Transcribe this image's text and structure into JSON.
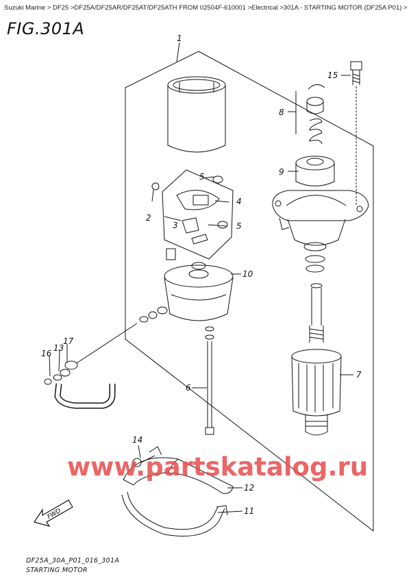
{
  "breadcrumb": "Suzuki Marine > DF25 >DF25A/DF25AR/DF25AT/DF25ATH FROM 02504F-610001 >Electrical >301A - STARTING MOTOR (DF25A P01) >",
  "figure_title": "FIG.301A",
  "callouts": {
    "c1": "1",
    "c2": "2",
    "c3": "3",
    "c4": "4",
    "c5a": "5",
    "c5b": "5",
    "c6": "6",
    "c7": "7",
    "c8": "8",
    "c9": "9",
    "c10": "10",
    "c11": "11",
    "c12": "12",
    "c13": "13",
    "c14": "14",
    "c15": "15",
    "c16": "16",
    "c17": "17"
  },
  "fwd_label": "FWD",
  "watermark": "www.partskatalog.ru",
  "footer": {
    "code": "DF25A_30A_P01_016_301A",
    "caption": "STARTING MOTOR"
  },
  "colors": {
    "line": "#111111",
    "watermark": "#e84c4c"
  }
}
